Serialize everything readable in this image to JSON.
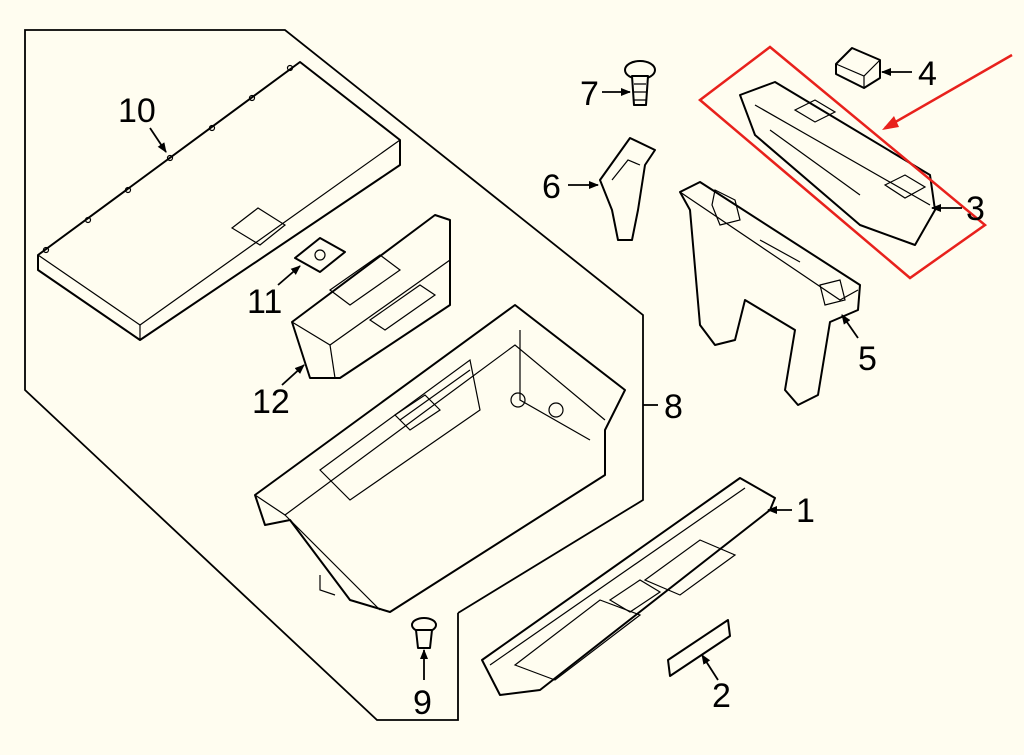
{
  "callouts": {
    "c1": "1",
    "c2": "2",
    "c3": "3",
    "c4": "4",
    "c5": "5",
    "c6": "6",
    "c7": "7",
    "c8": "8",
    "c9": "9",
    "c10": "10",
    "c11": "11",
    "c12": "12"
  },
  "colors": {
    "background": "#fffdf0",
    "line": "#000000",
    "highlight": "#e8211c"
  }
}
